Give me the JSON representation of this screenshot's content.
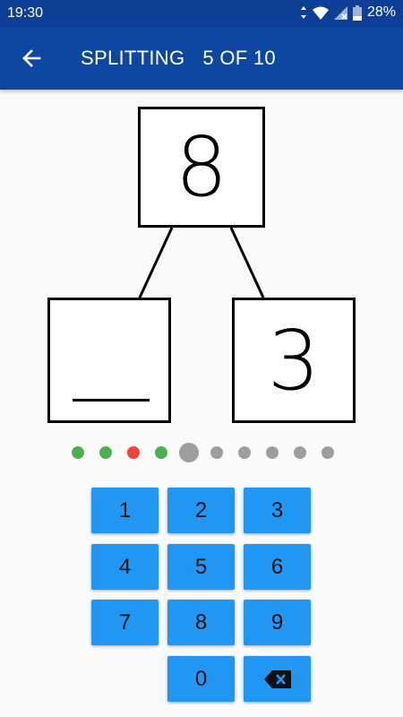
{
  "status_bar": {
    "time": "19:30",
    "battery": "28%",
    "icons": [
      "data-arrows-icon",
      "wifi-icon",
      "cell-signal-off-icon",
      "battery-icon"
    ]
  },
  "toolbar": {
    "title": "SPLITTING",
    "progress": "5 OF 10",
    "back_icon": "arrow-left-icon"
  },
  "puzzle": {
    "whole": "8",
    "part_known": "3",
    "part_missing": ""
  },
  "progress_dots": {
    "current_index": 4,
    "states": [
      "correct",
      "correct",
      "wrong",
      "correct",
      "current",
      "pending",
      "pending",
      "pending",
      "pending",
      "pending"
    ]
  },
  "keypad": {
    "keys": [
      "1",
      "2",
      "3",
      "4",
      "5",
      "6",
      "7",
      "8",
      "9",
      "0"
    ],
    "backspace_icon": "backspace-icon"
  },
  "colors": {
    "status_bar": "#0d3f96",
    "toolbar": "#0e47a1",
    "key": "#2196f3",
    "dot_correct": "#4caf50",
    "dot_wrong": "#f44336",
    "dot_pending": "#9e9e9e"
  }
}
